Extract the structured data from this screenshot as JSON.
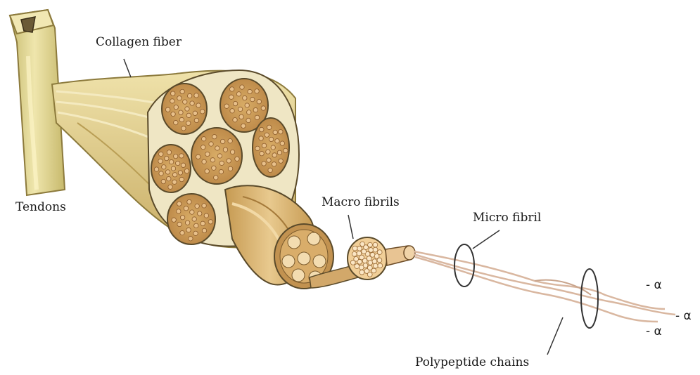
{
  "labels": {
    "collagen_fiber": "Collagen fiber",
    "tendons": "Tendons",
    "macro_fibrils": "Macro fibrils",
    "micro_fibril": "Micro fibril",
    "polypeptide_chains": "Polypeptide chains"
  },
  "alpha_labels": [
    "- α",
    "- α",
    "- α"
  ],
  "colors": {
    "tendon_fill": "#e7dc9a",
    "tendon_edge": "#8c7a3c",
    "fiber_fill": "#e3d08e",
    "fascicle_fill": "#c99a55",
    "fibril_dot": "#f4d9a8",
    "chain": "#d9b7a0",
    "outline": "#5a4a2a"
  }
}
